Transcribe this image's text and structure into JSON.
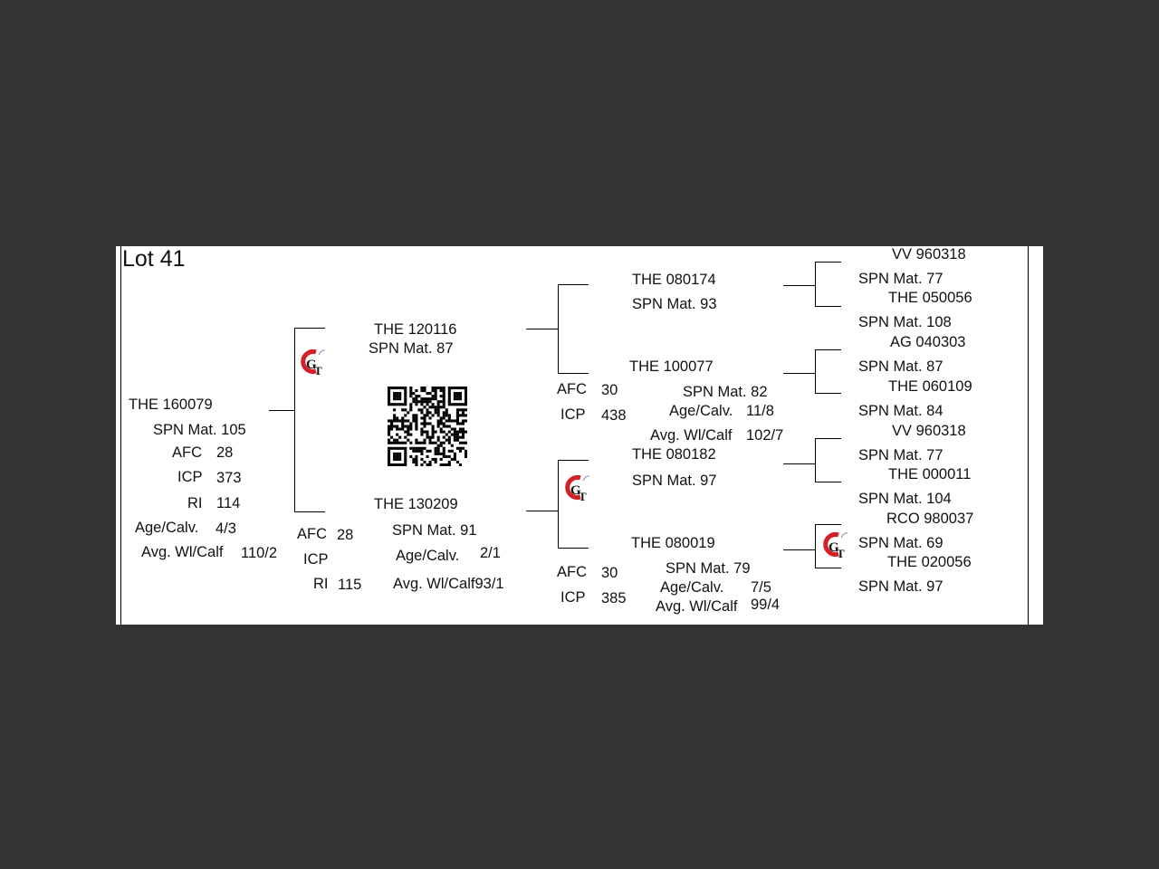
{
  "lot": "Lot 41",
  "animal": {
    "id": "THE 160079",
    "spn": "SPN Mat. 105",
    "afc_label": "AFC",
    "afc": "28",
    "icp_label": "ICP",
    "icp": "373",
    "ri_label": "RI",
    "ri": "114",
    "age_label": "Age/Calv.",
    "age": "4/3",
    "avg_label": "Avg. Wl/Calf",
    "avg": "110/2"
  },
  "sire": {
    "id": "THE 120116",
    "spn": "SPN Mat. 87"
  },
  "dam": {
    "id": "THE 130209",
    "spn": "SPN Mat. 91",
    "afc_label": "AFC",
    "afc": "28",
    "icp_label": "ICP",
    "ri_label": "RI",
    "ri": "115",
    "age_label": "Age/Calv.",
    "age": "2/1",
    "avg_label": "Avg. Wl/Calf93/1"
  },
  "gen2": {
    "ss": {
      "id": "THE 080174",
      "spn": "SPN Mat. 93"
    },
    "sd": {
      "id": "THE 100077",
      "spn": "SPN Mat. 82",
      "afc_label": "AFC",
      "afc": "30",
      "icp_label": "ICP",
      "icp": "438",
      "age_label": "Age/Calv.",
      "age": "11/8",
      "avg_label": "Avg. Wl/Calf",
      "avg": "102/7"
    },
    "ds": {
      "id": "THE 080182",
      "spn": "SPN Mat. 97"
    },
    "dd": {
      "id": "THE 080019",
      "spn": "SPN Mat. 79",
      "afc_label": "AFC",
      "afc": "30",
      "icp_label": "ICP",
      "icp": "385",
      "age_label": "Age/Calv.",
      "age": "7/5",
      "avg_label": "Avg. Wl/Calf",
      "avg": "99/4"
    }
  },
  "gen3": [
    {
      "id": "VV  960318",
      "spn": "SPN Mat. 77"
    },
    {
      "id": "THE 050056",
      "spn": "SPN Mat. 108"
    },
    {
      "id": "AG  040303",
      "spn": "SPN Mat. 87"
    },
    {
      "id": "THE 060109",
      "spn": "SPN Mat. 84"
    },
    {
      "id": "VV  960318",
      "spn": "SPN Mat. 77"
    },
    {
      "id": "THE 000011",
      "spn": "SPN Mat. 104"
    },
    {
      "id": "RCO 980037",
      "spn": "SPN Mat. 69"
    },
    {
      "id": "THE 020056",
      "spn": "SPN Mat. 97"
    }
  ],
  "logo": {
    "text": "GT",
    "accent": "#d42027"
  },
  "qr_icon": "qr-code-icon"
}
